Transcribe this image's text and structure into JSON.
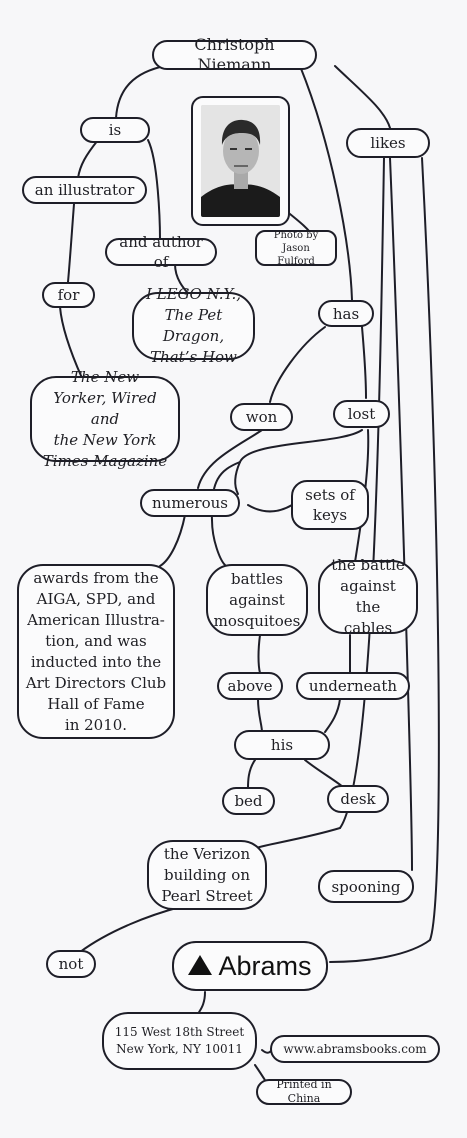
{
  "root": "Christoph Niemann",
  "photo_credit": [
    "Photo by",
    "Jason Fulford"
  ],
  "nodes": {
    "is": "is",
    "an_illustrator": "an illustrator",
    "for": "for",
    "publications": [
      "The New",
      "Yorker, Wired and",
      "the New York",
      "Times Magazine"
    ],
    "and_author_of": "and author of",
    "books": [
      "I LEGO N.Y.,",
      "The Pet Dragon,",
      "That’s How"
    ],
    "likes": "likes",
    "has": "has",
    "won": "won",
    "lost": "lost",
    "numerous": "numerous",
    "sets_of_keys": [
      "sets of",
      "keys"
    ],
    "awards": [
      "awards from the",
      "AIGA, SPD, and",
      "American Illustra-",
      "tion, and was",
      "inducted into the",
      "Art Directors Club",
      "Hall of Fame",
      "in 2010."
    ],
    "battles": [
      "battles",
      "against",
      "mosquitoes"
    ],
    "cables": [
      "the battle",
      "against the",
      "cables"
    ],
    "above": "above",
    "underneath": "underneath",
    "his": "his",
    "bed": "bed",
    "desk": "desk",
    "verizon": [
      "the Verizon",
      "building on",
      "Pearl Street"
    ],
    "spooning": "spooning",
    "not": "not"
  },
  "publisher": {
    "name": "Abrams",
    "address": [
      "115 West 18th Street",
      "New York, NY 10011"
    ],
    "website": "www.abramsbooks.com",
    "printed": "Printed in China"
  }
}
